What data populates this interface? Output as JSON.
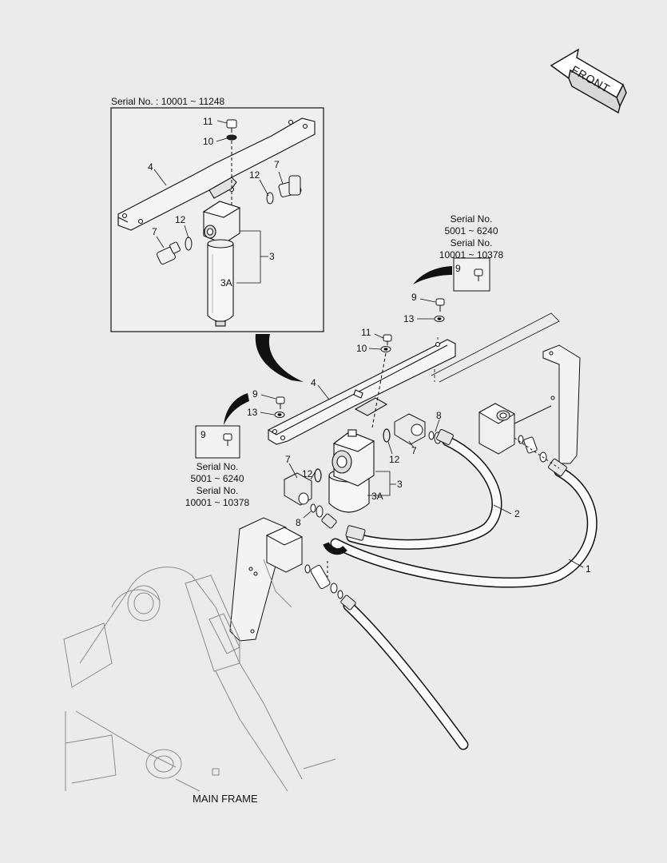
{
  "diagram": {
    "inset_title": "Serial No. : 10001 ~ 11248",
    "front_label": "FRONT",
    "main_frame_label": "MAIN FRAME",
    "serial_block_right": [
      "Serial No.",
      "5001 ~ 6240",
      "Serial No.",
      "10001 ~ 10378"
    ],
    "serial_block_left": [
      "Serial No.",
      "5001 ~ 6240",
      "Serial No.",
      "10001 ~ 10378"
    ],
    "callouts": {
      "inset_11": "11",
      "inset_10": "10",
      "inset_4": "4",
      "inset_12a": "12",
      "inset_7a": "7",
      "inset_12b": "12",
      "inset_7b": "7",
      "inset_3": "3",
      "inset_3a": "3A",
      "box_r_9": "9",
      "r_9": "9",
      "r_13": "13",
      "m_11": "11",
      "m_10": "10",
      "m_4": "4",
      "l_9": "9",
      "l_13": "13",
      "box_l_9": "9",
      "m_8a": "8",
      "m_7a": "7",
      "m_7b": "7",
      "m_12a": "12",
      "m_12b": "12",
      "m_3": "3",
      "m_3a": "3A",
      "m_8b": "8",
      "m_2": "2",
      "m_1": "1"
    }
  }
}
